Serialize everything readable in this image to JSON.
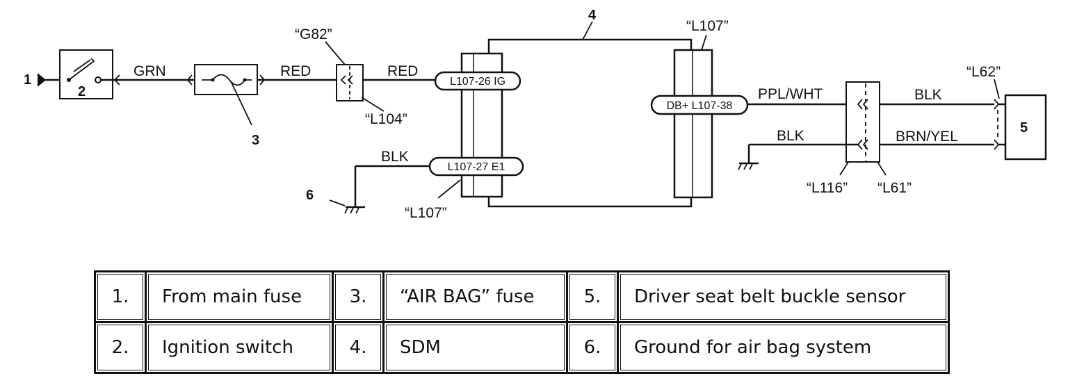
{
  "diagram": {
    "callouts": [
      "1",
      "2",
      "3",
      "4",
      "5",
      "6"
    ],
    "wires": {
      "grn": "GRN",
      "red1": "RED",
      "red2": "RED",
      "blk_ground": "BLK",
      "ppl_wht": "PPL/WHT",
      "blk_top": "BLK",
      "blk_left": "BLK",
      "brn_yel": "BRN/YEL"
    },
    "connectors": {
      "g82": "“G82”",
      "l104": "“L104”",
      "l107_top": "“L107”",
      "l107_bottom": "“L107”",
      "l62": "“L62”",
      "l116": "“L116”",
      "l61": "“L61”"
    },
    "pins": {
      "ig": "L107-26  IG",
      "e1": "L107-27  E1",
      "db": "DB+ L107-38"
    }
  },
  "legend": {
    "rows": [
      [
        {
          "num": "1.",
          "text": "From main fuse"
        },
        {
          "num": "3.",
          "text": "“AIR BAG” fuse"
        },
        {
          "num": "5.",
          "text": "Driver seat belt buckle sensor"
        }
      ],
      [
        {
          "num": "2.",
          "text": "Ignition switch"
        },
        {
          "num": "4.",
          "text": "SDM"
        },
        {
          "num": "6.",
          "text": "Ground for air bag system"
        }
      ]
    ]
  }
}
